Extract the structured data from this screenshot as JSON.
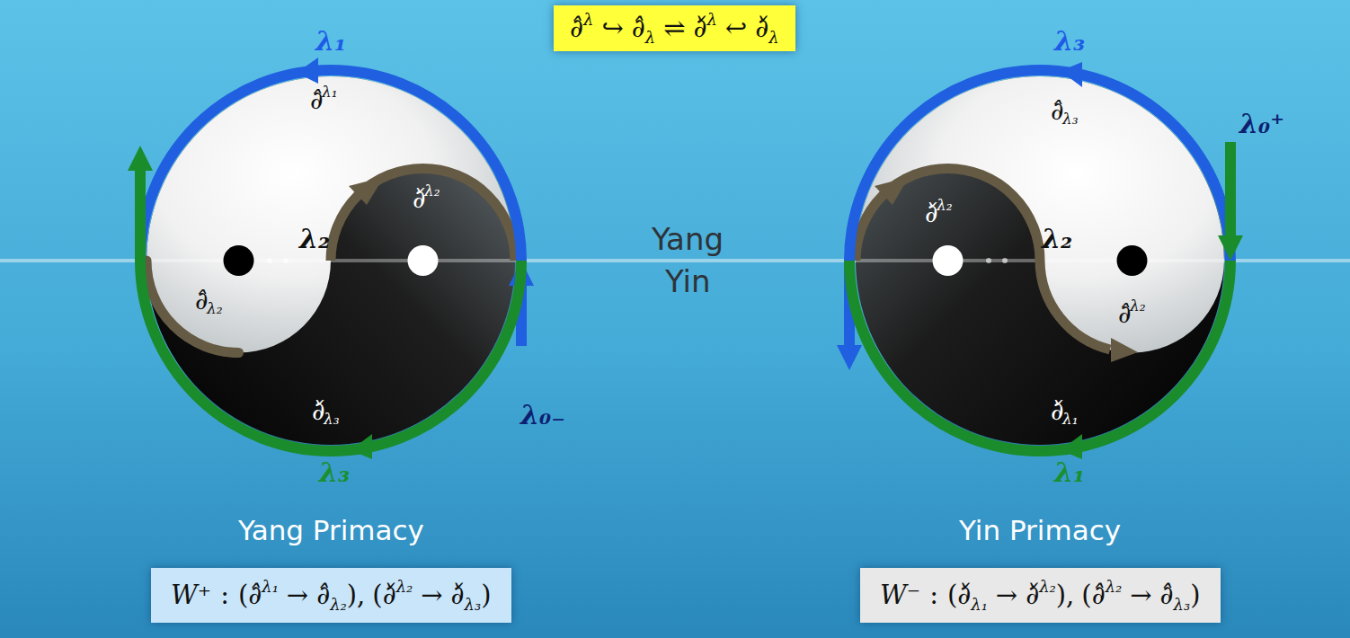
{
  "diagram": {
    "nodes": [
      {
        "text": [
          "∂̂",
          "λ",
          "↪",
          "∂̂",
          "λ",
          "⇌",
          "∂̌",
          "λ",
          "↩",
          "∂̌",
          "λ"
        ]
      },
      {
        "text": [
          "λ₁",
          "∂̂",
          "λ₁",
          "∂̌",
          "λ₂",
          "λ₂",
          "∂̂",
          "λ₂",
          "∂̌",
          "λ₃",
          "λ₃",
          "λ₀₋",
          "Yang Primacy"
        ]
      },
      {
        "text": [
          "λ₃",
          "∂̂",
          "λ₃",
          "λ₀⁺",
          "∂̌",
          "λ₂",
          "λ₂",
          "∂̂",
          "λ₂",
          "∂̌",
          "λ₁",
          "λ₁",
          "Yin Primacy"
        ]
      },
      {
        "text": [
          "W⁺",
          ":",
          "(",
          "∂̂",
          "λ₁",
          "→",
          "∂̂",
          "λ₂",
          "),",
          "(",
          "∂̌",
          "λ₂",
          "→",
          "∂̌",
          "λ₃",
          ")"
        ]
      },
      {
        "text": [
          "W⁻",
          ":",
          "(",
          "∂̌",
          "λ₁",
          "→",
          "∂̌",
          "λ₂",
          "),",
          "(",
          "∂̂",
          "λ₂",
          "→",
          "∂̂",
          "λ₃",
          ")"
        ]
      }
    ],
    "labels": [
      "Yang",
      "Yin"
    ]
  }
}
